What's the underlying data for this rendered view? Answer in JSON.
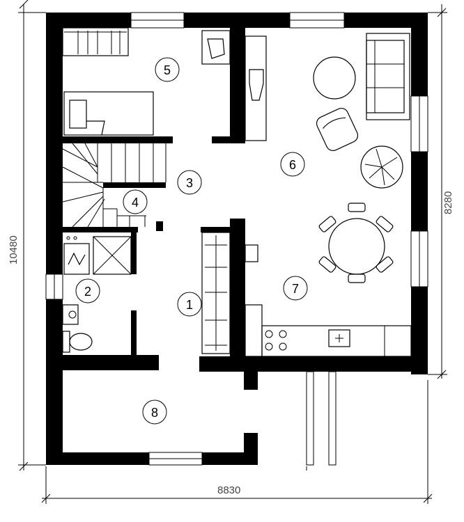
{
  "dimensions": {
    "overall_width": "8830",
    "overall_height": "10480",
    "house_height": "8280"
  },
  "rooms": [
    {
      "id": "room-1",
      "label": "1"
    },
    {
      "id": "room-2",
      "label": "2"
    },
    {
      "id": "room-3",
      "label": "3"
    },
    {
      "id": "room-4",
      "label": "4"
    },
    {
      "id": "room-5",
      "label": "5"
    },
    {
      "id": "room-6",
      "label": "6"
    },
    {
      "id": "room-7",
      "label": "7"
    },
    {
      "id": "room-8",
      "label": "8"
    }
  ]
}
